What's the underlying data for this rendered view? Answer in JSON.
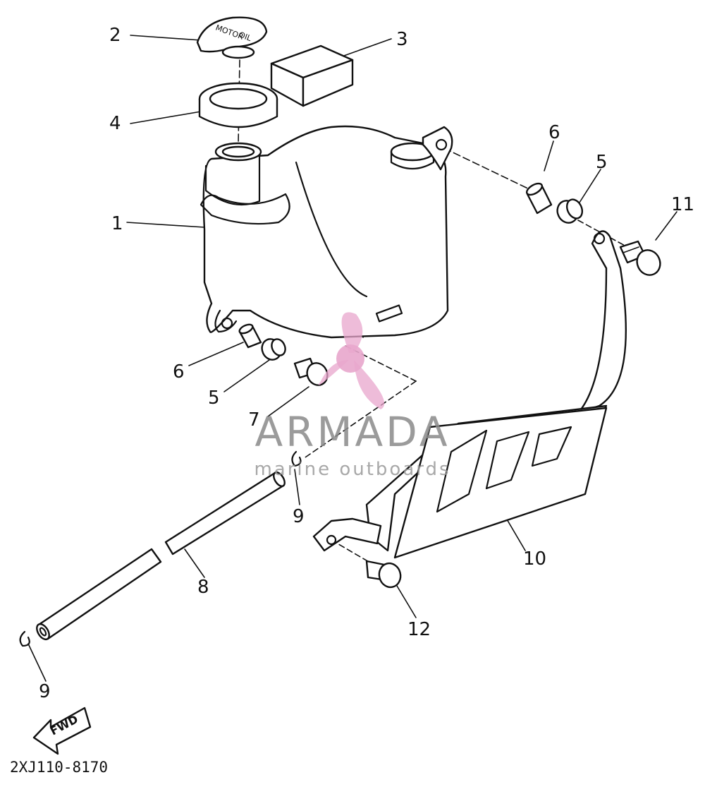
{
  "callouts": [
    {
      "id": "c2",
      "label": "2"
    },
    {
      "id": "c3",
      "label": "3"
    },
    {
      "id": "c4",
      "label": "4"
    },
    {
      "id": "c1",
      "label": "1"
    },
    {
      "id": "c6a",
      "label": "6"
    },
    {
      "id": "c5a",
      "label": "5"
    },
    {
      "id": "c11",
      "label": "11"
    },
    {
      "id": "c6b",
      "label": "6"
    },
    {
      "id": "c5b",
      "label": "5"
    },
    {
      "id": "c7",
      "label": "7"
    },
    {
      "id": "c9a",
      "label": "9"
    },
    {
      "id": "c10",
      "label": "10"
    },
    {
      "id": "c8",
      "label": "8"
    },
    {
      "id": "c12",
      "label": "12"
    },
    {
      "id": "c9b",
      "label": "9"
    }
  ],
  "cap_text_line1": "MOTOR",
  "cap_text_line2": "OIL",
  "watermark": {
    "title": "ARMADA",
    "subtitle": "marine outboards",
    "logo_color": "#e8a6cc"
  },
  "forward_arrow_label": "FWD",
  "diagram_code": "2XJ110-8170"
}
